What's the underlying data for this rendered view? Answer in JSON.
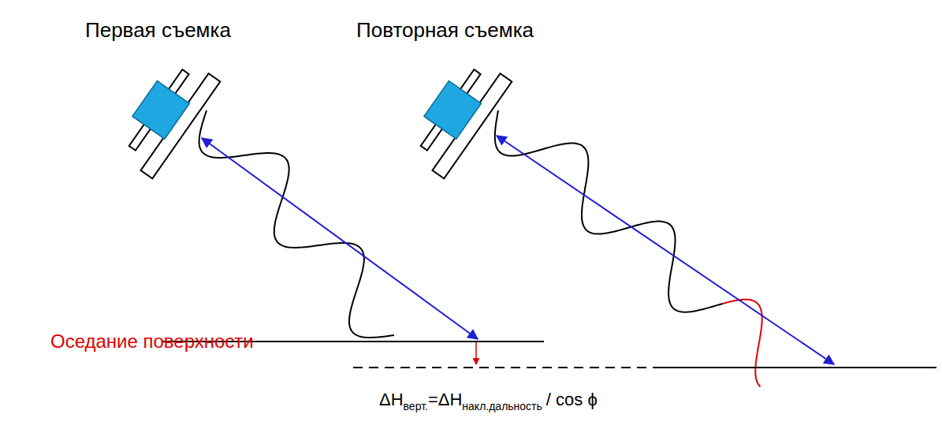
{
  "diagram": {
    "labels": [
      "Первая съемка",
      "Повторная съемка",
      "Оседание поверхности",
      "ΔH",
      "верт.",
      "=ΔH",
      "накл.дальность",
      "/ cos ϕ"
    ]
  }
}
